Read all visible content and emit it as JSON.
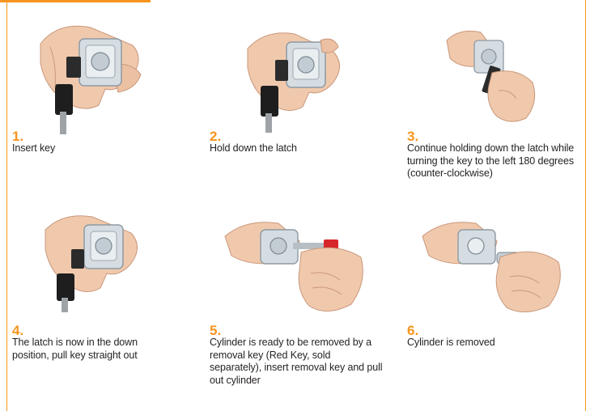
{
  "colors": {
    "accent": "#f7941d",
    "text": "#231f20",
    "removal_key": "#d7262b"
  },
  "steps": [
    {
      "number": "1.",
      "caption": "Insert key",
      "image": "hand-inserting-key-photo"
    },
    {
      "number": "2.",
      "caption": "Hold down the latch",
      "image": "hand-holding-latch-photo"
    },
    {
      "number": "3.",
      "caption": "Continue holding down the latch while turning the key to the left 180 degrees (counter-clockwise)",
      "image": "hand-turning-key-photo"
    },
    {
      "number": "4.",
      "caption": "The latch is now in the down position, pull key straight out",
      "image": "hand-pulling-key-photo"
    },
    {
      "number": "5.",
      "caption": "Cylinder is ready to be removed by a removal key (Red Key, sold separately), insert removal key and pull out cylinder",
      "image": "red-removal-key-photo"
    },
    {
      "number": "6.",
      "caption": "Cylinder is removed",
      "image": "cylinder-removed-photo"
    }
  ]
}
